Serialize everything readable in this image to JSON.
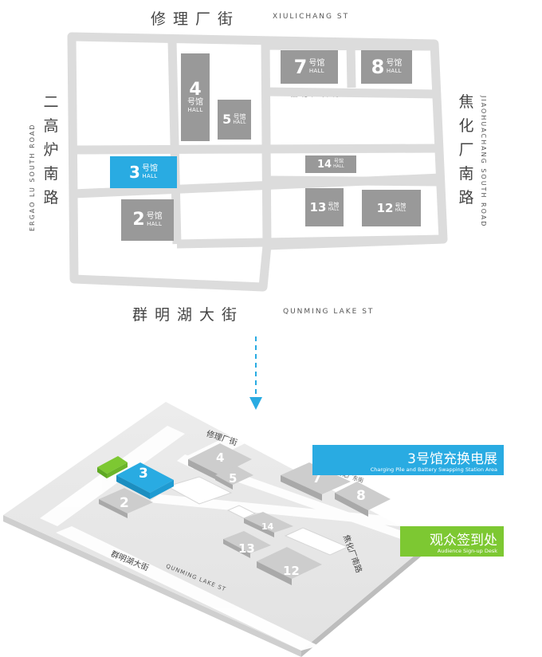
{
  "streets": {
    "north_cn": "修理厂街",
    "north_en": "XIULICHANG ST",
    "south_cn": "群明湖大街",
    "south_en": "QUNMING LAKE ST",
    "west_cn": "二高炉南路",
    "west_en": "ERGAO LU SOUTH ROAD",
    "east_cn": "焦化厂南路",
    "east_en": "JIAOHUACHANG SOUTH ROAD",
    "inner_east": "焦化厂东街",
    "inner_west": "焦化厂西街"
  },
  "halls": [
    {
      "id": "7",
      "num": "7",
      "hao": "号馆",
      "en": "HALL",
      "highlight": false
    },
    {
      "id": "8",
      "num": "8",
      "hao": "号馆",
      "en": "HALL",
      "highlight": false
    },
    {
      "id": "4",
      "num": "4",
      "hao": "号馆",
      "en": "HALL",
      "highlight": false
    },
    {
      "id": "5",
      "num": "5",
      "hao": "号馆",
      "en": "HALL",
      "highlight": false
    },
    {
      "id": "3",
      "num": "3",
      "hao": "号馆",
      "en": "HALL",
      "highlight": true
    },
    {
      "id": "14",
      "num": "14",
      "hao": "号馆",
      "en": "HALL",
      "highlight": false
    },
    {
      "id": "2",
      "num": "2",
      "hao": "号馆",
      "en": "HALL",
      "highlight": false
    },
    {
      "id": "13",
      "num": "13",
      "hao": "号馆",
      "en": "HALL",
      "highlight": false
    },
    {
      "id": "12",
      "num": "12",
      "hao": "号馆",
      "en": "HALL",
      "highlight": false
    }
  ],
  "iso_labels": {
    "north_cn": "修理厂街",
    "south_cn": "群明湖大街",
    "south_en": "QUNMING LAKE ST",
    "east_cn": "焦化厂南路",
    "inner": "焦化厂东街",
    "hall_nums": [
      "4",
      "5",
      "3",
      "2",
      "7",
      "8",
      "14",
      "13",
      "12"
    ]
  },
  "callouts": {
    "charging_title": "3号馆充换电展",
    "charging_sub": "Charging Pile and Battery Swapping Station Area",
    "signup_title": "观众签到处",
    "signup_sub": "Audience Sign-up Desk"
  },
  "colors": {
    "road": "#dcdcdc",
    "hall": "#999999",
    "highlight_blue": "#29abe2",
    "signup_green": "#7dc832",
    "arrow": "#29abe2"
  }
}
